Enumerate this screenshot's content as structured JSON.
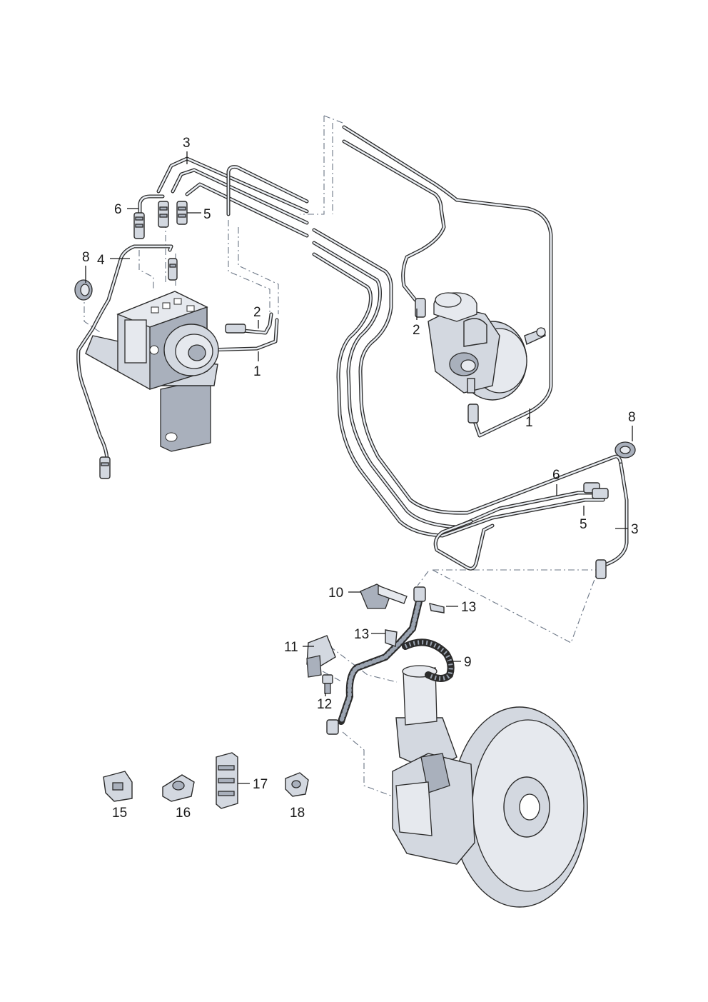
{
  "callouts": {
    "c1_left": "1",
    "c1_right": "1",
    "c2_left": "2",
    "c2_right": "2",
    "c3_top": "3",
    "c3_right": "3",
    "c4": "4",
    "c5_left": "5",
    "c5_right": "5",
    "c6_left": "6",
    "c6_right": "6",
    "c8_left": "8",
    "c8_right": "8",
    "c9": "9",
    "c10": "10",
    "c11": "11",
    "c12": "12",
    "c13_right": "13",
    "c13_left": "13",
    "c15": "15",
    "c16": "16",
    "c17": "17",
    "c18": "18"
  },
  "parts": {
    "abs_unit": "abs-hydraulic-unit",
    "master_cylinder": "brake-master-cylinder",
    "brake_disc": "brake-disc",
    "caliper": "brake-caliper",
    "brake_hose": "brake-hose"
  }
}
